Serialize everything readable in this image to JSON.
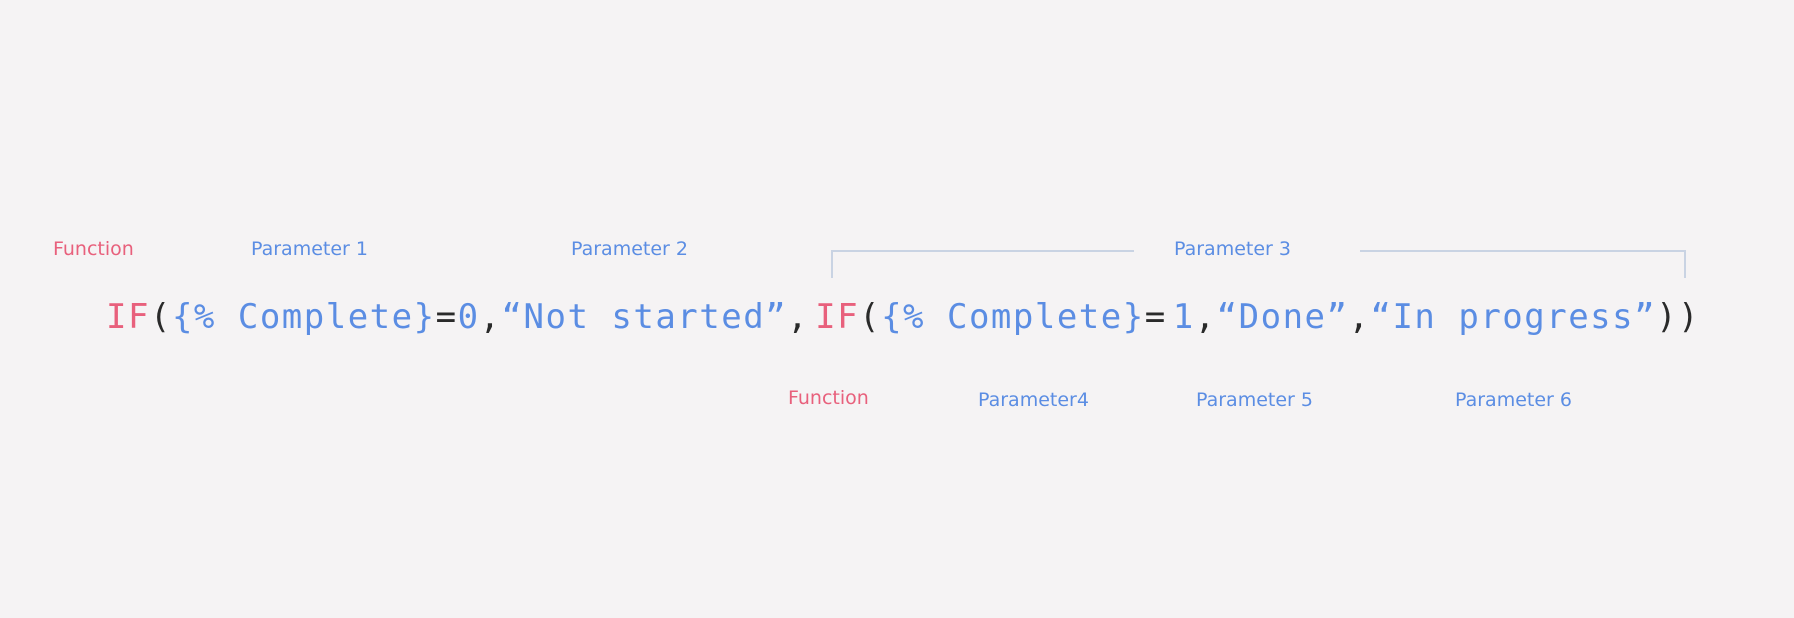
{
  "labels": {
    "function_top": "Function",
    "parameter_1": "Parameter 1",
    "parameter_2": "Parameter 2",
    "parameter_3": "Parameter 3",
    "function_bottom": "Function",
    "parameter_4": "Parameter4",
    "parameter_5": "Parameter 5",
    "parameter_6": "Parameter 6"
  },
  "formula": {
    "fn_outer": "IF",
    "open_outer": "(",
    "ref_1": "{% Complete}",
    "eq_1": "=",
    "value_1": "0",
    "comma_1": ",",
    "string_1": "“Not started”",
    "comma_2": ",",
    "fn_inner": "IF",
    "open_inner": "(",
    "ref_2": "{% Complete}",
    "eq_2": "=",
    "value_2": "1",
    "comma_3": ",",
    "string_2": "“Done”",
    "comma_4": ",",
    "string_3": "“In progress”",
    "close": "))"
  },
  "colors": {
    "background": "#f5f3f4",
    "function": "#e8607c",
    "parameter": "#5b8de3",
    "punctuation": "#2a2a2a",
    "bracket_line": "#c9d3e3"
  }
}
